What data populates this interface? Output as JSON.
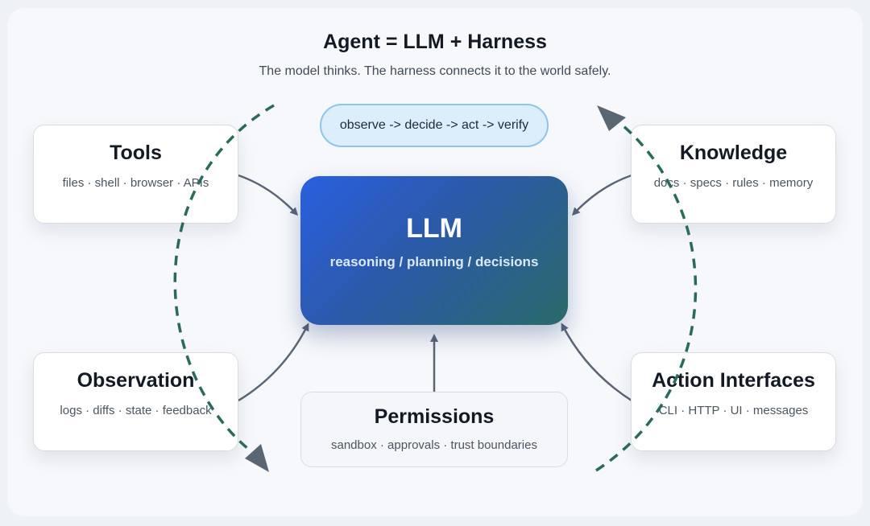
{
  "header": {
    "title": "Agent = LLM + Harness",
    "subtitle": "The model thinks. The harness connects it to the world safely."
  },
  "loop": {
    "label": "observe -> decide -> act -> verify"
  },
  "llm": {
    "title": "LLM",
    "subtitle": "reasoning / planning / decisions"
  },
  "nodes": {
    "tools": {
      "title": "Tools",
      "subtitle": "files · shell · browser · APIs"
    },
    "knowledge": {
      "title": "Knowledge",
      "subtitle": "docs · specs · rules · memory"
    },
    "observation": {
      "title": "Observation",
      "subtitle": "logs · diffs · state · feedback"
    },
    "action": {
      "title": "Action Interfaces",
      "subtitle": "CLI · HTTP · UI · messages"
    },
    "permissions": {
      "title": "Permissions",
      "subtitle": "sandbox · approvals · trust boundaries"
    }
  },
  "colors": {
    "arrow": "#5b6675",
    "loop_dash": "#2a6a5c",
    "llm_gradient_start": "#2a5fe0",
    "llm_gradient_end": "#2a6a6a",
    "loop_pill_fill": "#dcedfb",
    "loop_pill_border": "#8cc6ea"
  }
}
